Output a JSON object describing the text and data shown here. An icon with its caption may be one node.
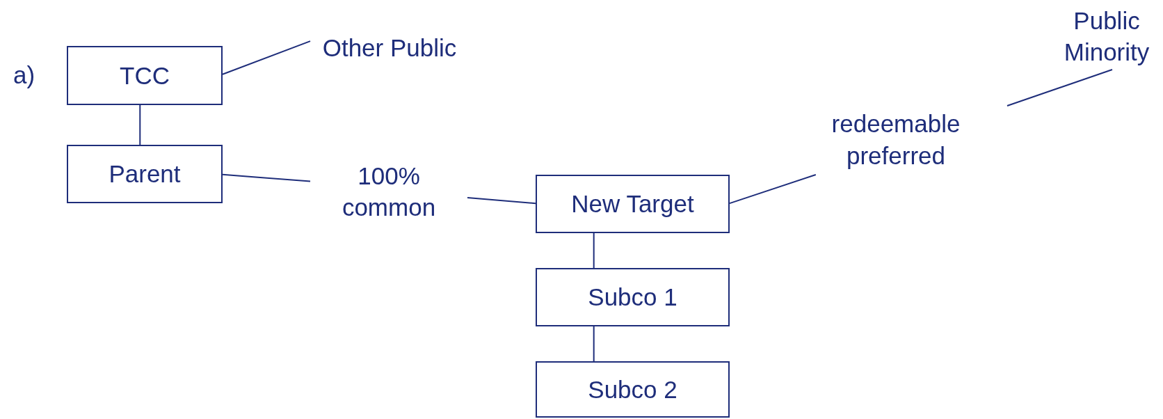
{
  "diagram": {
    "nodes": [
      {
        "text": [
          "TCC"
        ]
      },
      {
        "text": [
          "Parent"
        ]
      },
      {
        "text": [
          "Other Public"
        ]
      },
      {
        "text": [
          "100% common"
        ]
      },
      {
        "text": [
          "New Target"
        ]
      },
      {
        "text": [
          "redeemable preferred"
        ]
      },
      {
        "text": [
          "Public Minority"
        ]
      },
      {
        "text": [
          "Subco 1"
        ]
      },
      {
        "text": [
          "Subco 2"
        ]
      }
    ],
    "edges": [
      {
        "from": 0,
        "to": 2,
        "arrow": "none"
      },
      {
        "from": 0,
        "to": 1,
        "arrow": "none"
      },
      {
        "from": 1,
        "to": 3,
        "arrow": "none"
      },
      {
        "from": 3,
        "to": 4,
        "arrow": "none"
      },
      {
        "from": 4,
        "to": 5,
        "arrow": "none"
      },
      {
        "from": 5,
        "to": 6,
        "arrow": "none"
      },
      {
        "from": 4,
        "to": 7,
        "arrow": "none"
      },
      {
        "from": 7,
        "to": 8,
        "arrow": "none"
      }
    ],
    "labels": [
      "a)"
    ]
  }
}
